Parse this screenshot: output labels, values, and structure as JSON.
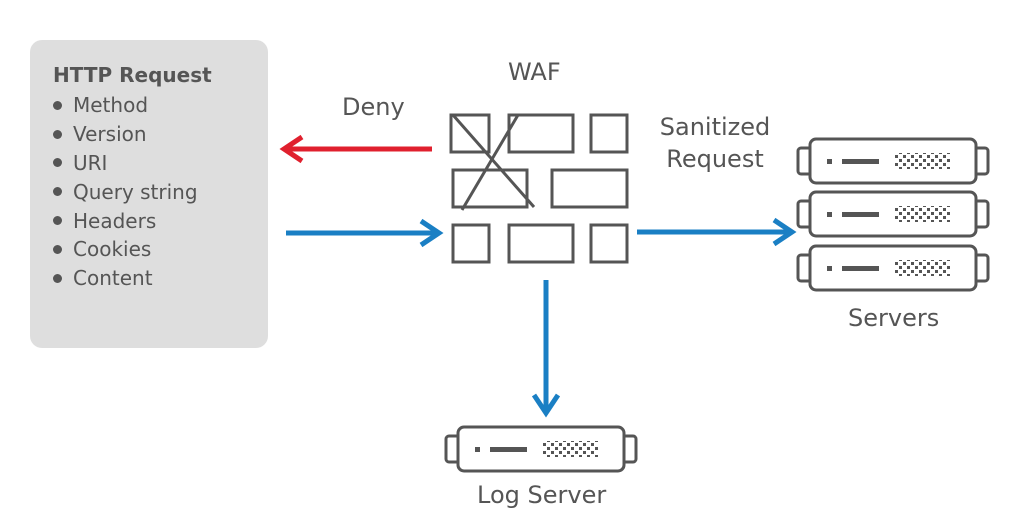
{
  "request": {
    "title": "HTTP Request",
    "items": [
      "Method",
      "Version",
      "URI",
      "Query string",
      "Headers",
      "Cookies",
      "Content"
    ]
  },
  "waf": {
    "label": "WAF"
  },
  "deny": {
    "label": "Deny"
  },
  "sanitized": {
    "line1": "Sanitized",
    "line2": "Request"
  },
  "servers": {
    "label": "Servers"
  },
  "log_server": {
    "label": "Log Server"
  },
  "colors": {
    "deny_arrow": "#e0202e",
    "flow_arrow": "#1a7fc4",
    "stroke": "#555555",
    "panel": "#dedede"
  },
  "icons": [
    "wall-icon",
    "server-icon"
  ]
}
